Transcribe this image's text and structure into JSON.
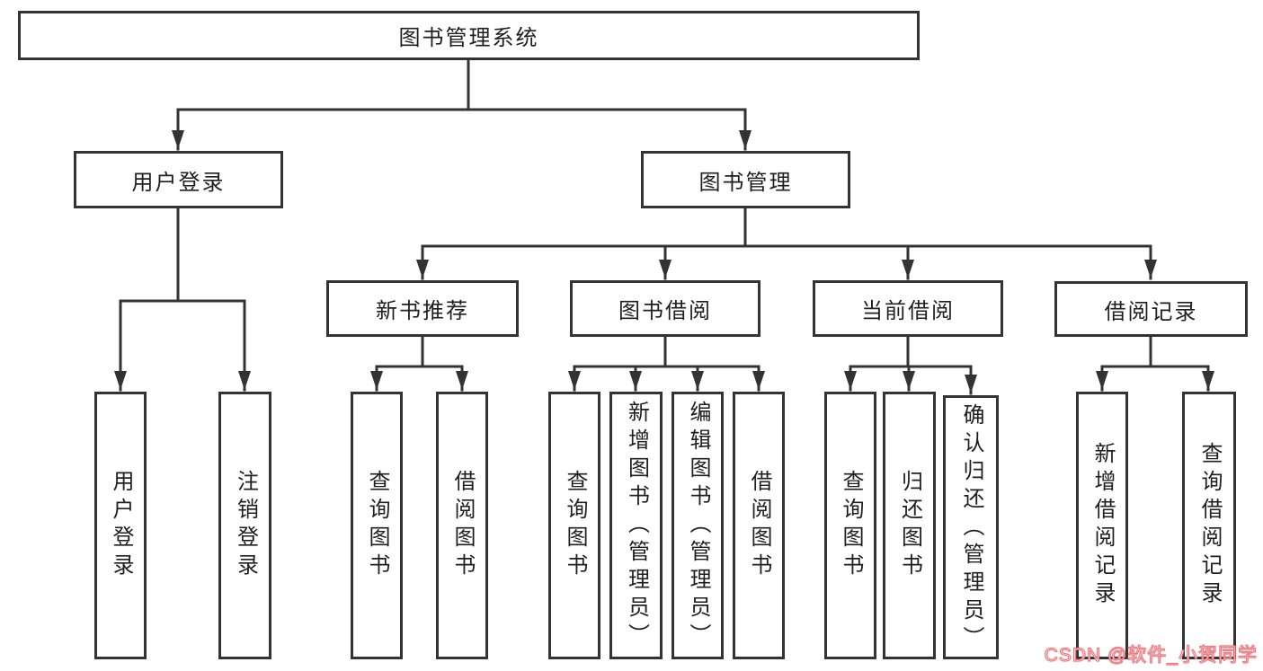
{
  "colors": {
    "line": "#333333",
    "box_border": "#333333",
    "text": "#1f1f1f",
    "background": "#ffffff",
    "watermark_fill": "#ffffff",
    "watermark_stroke": "#e97078"
  },
  "tree": {
    "root": {
      "label": "图书管理系统"
    },
    "level2": [
      {
        "label": "用户登录",
        "children": [
          {
            "label": "用户登录"
          },
          {
            "label": "注销登录"
          }
        ]
      },
      {
        "label": "图书管理",
        "children": [
          {
            "label": "新书推荐",
            "children": [
              {
                "label": "查询图书"
              },
              {
                "label": "借阅图书"
              }
            ]
          },
          {
            "label": "图书借阅",
            "children": [
              {
                "label": "查询图书"
              },
              {
                "label": "新增图书（管理员）"
              },
              {
                "label": "编辑图书（管理员）"
              },
              {
                "label": "借阅图书"
              }
            ]
          },
          {
            "label": "当前借阅",
            "children": [
              {
                "label": "查询图书"
              },
              {
                "label": "归还图书"
              },
              {
                "label": "确认归还（管理员）"
              }
            ]
          },
          {
            "label": "借阅记录",
            "children": [
              {
                "label": "新增借阅记录"
              },
              {
                "label": "查询借阅记录"
              }
            ]
          }
        ]
      }
    ]
  },
  "watermark": {
    "text": "CSDN @软件_小贺同学"
  }
}
